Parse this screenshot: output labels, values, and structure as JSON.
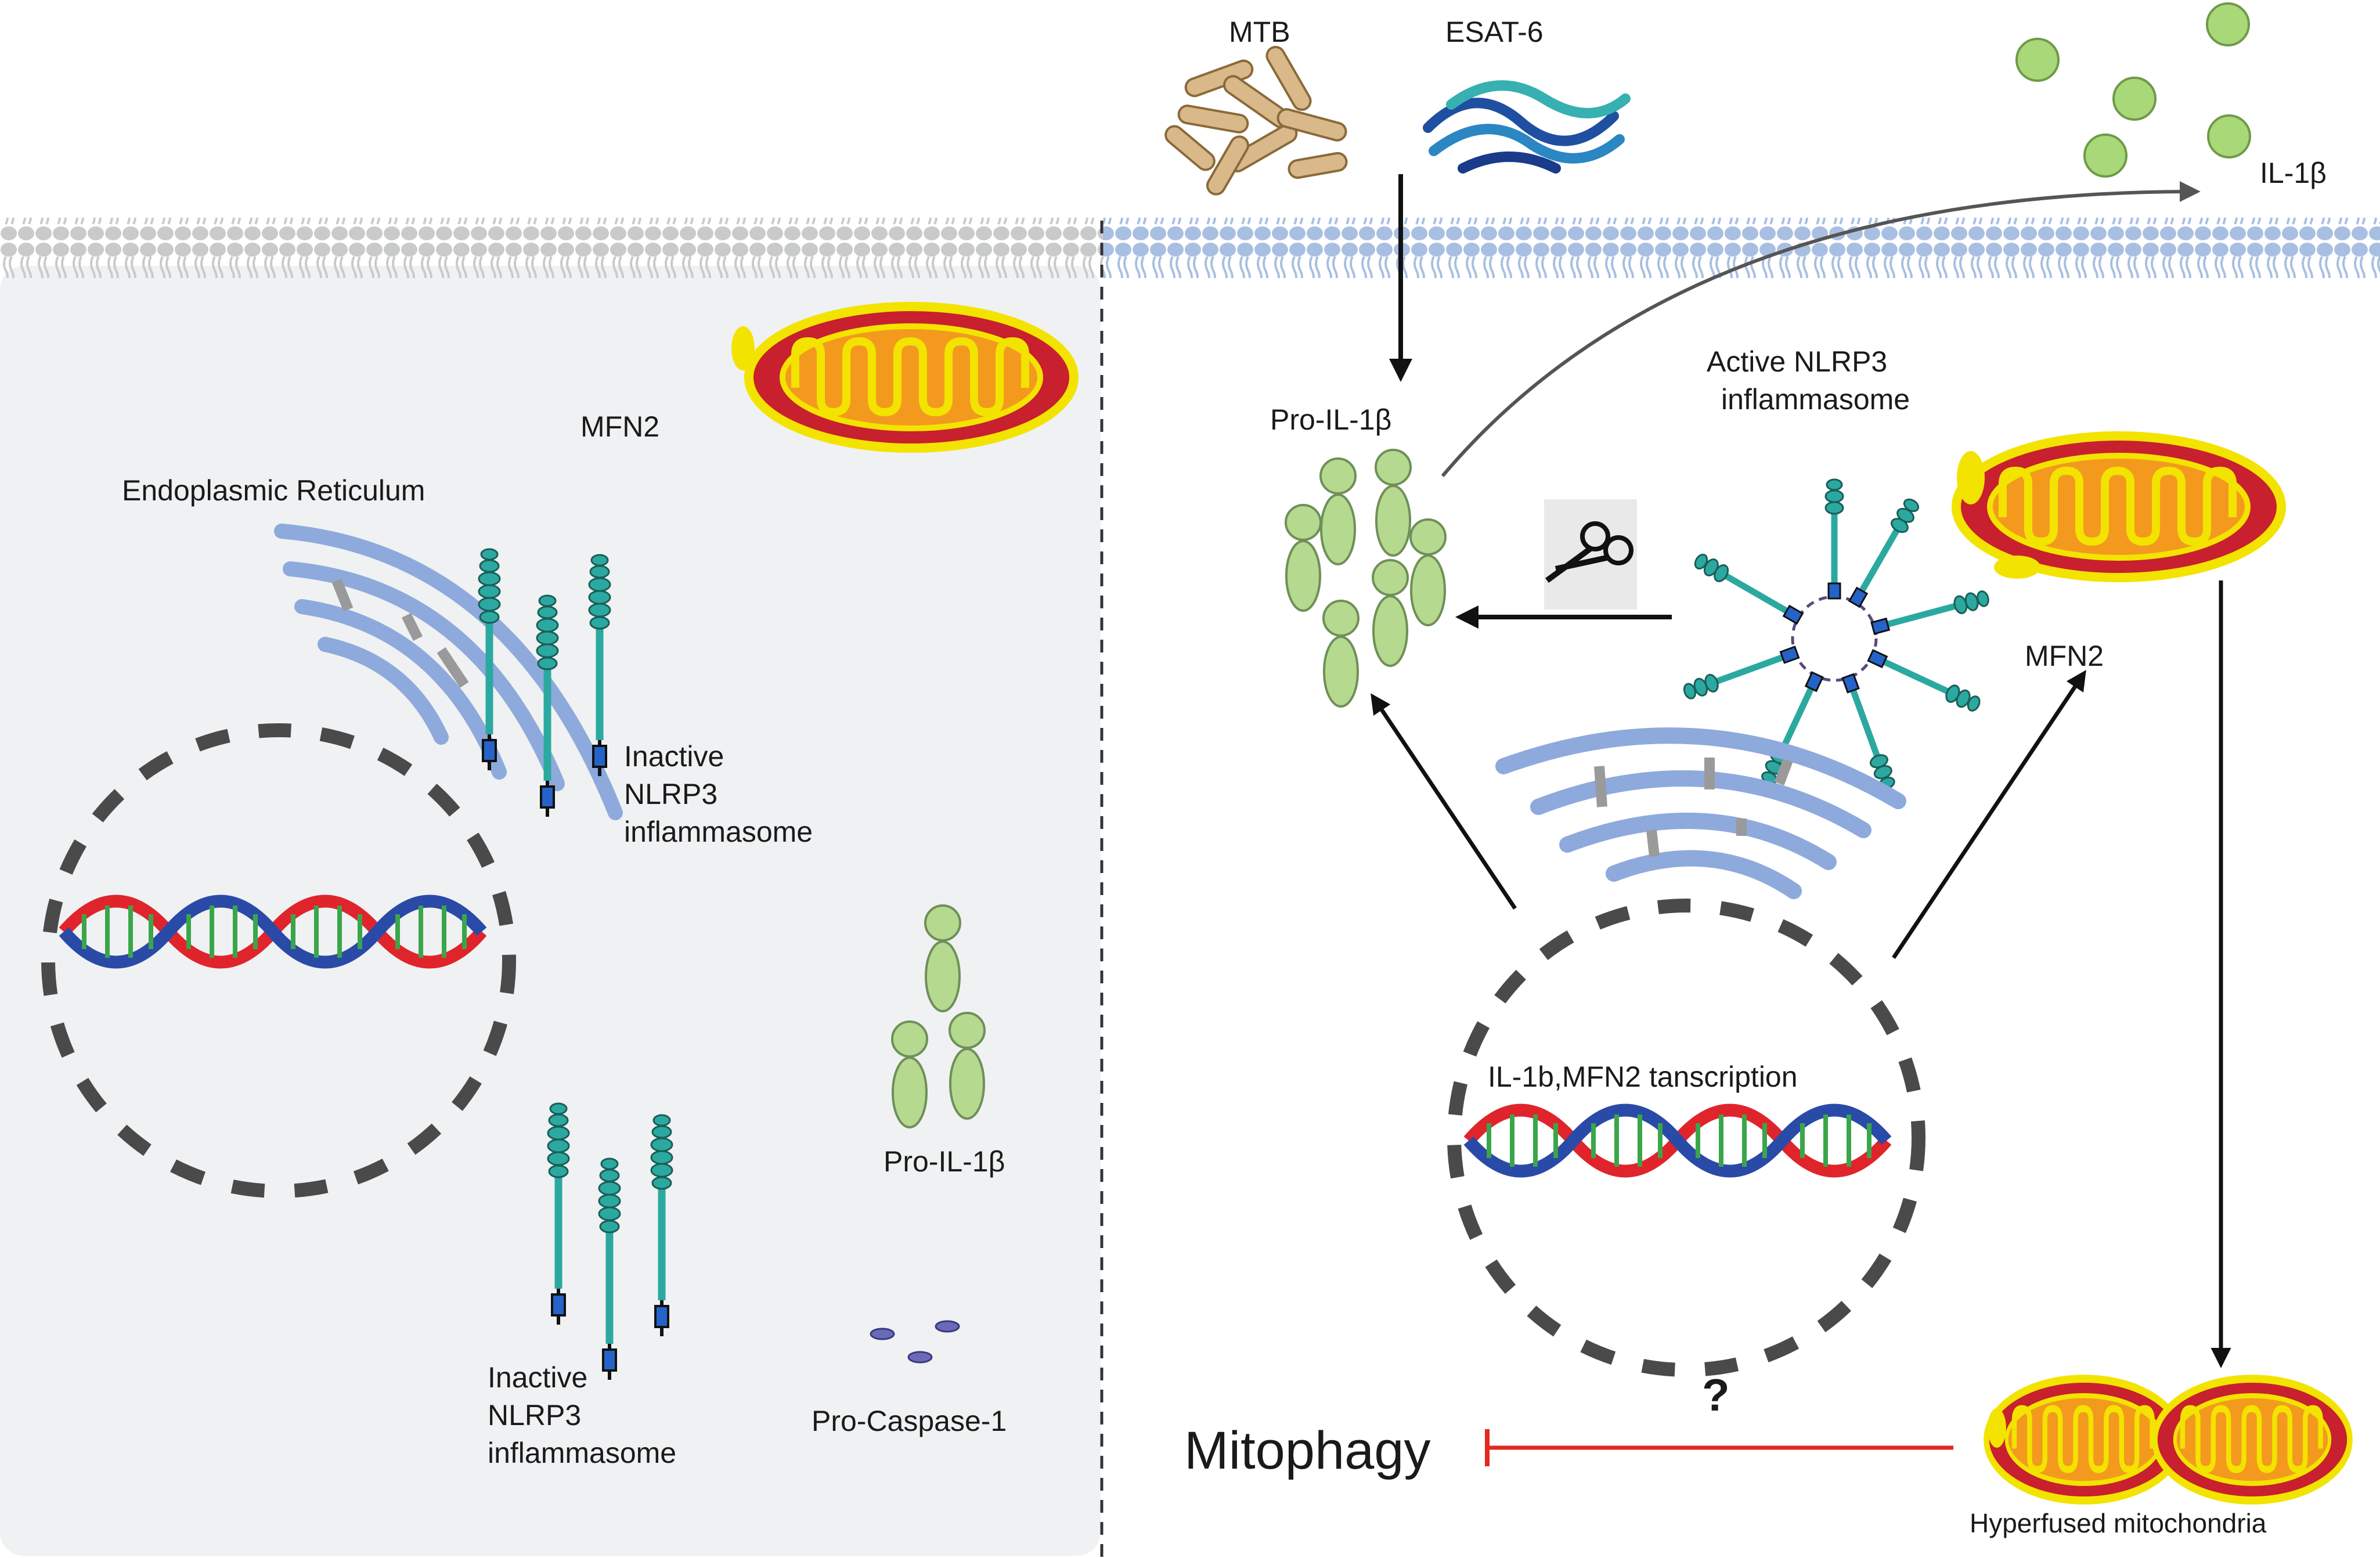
{
  "labels": {
    "mtb": "MTB",
    "esat6": "ESAT-6",
    "il1b_out": "IL-1β",
    "mfn2_left": "MFN2",
    "er": "Endoplasmic Reticulum",
    "inactive_nlrp3_upper": [
      "Inactive",
      "NLRP3",
      "inflammasome"
    ],
    "inactive_nlrp3_lower": [
      "Inactive",
      "NLRP3",
      "inflammasome"
    ],
    "pro_il1b_left": "Pro-IL-1β",
    "pro_caspase1": "Pro-Caspase-1",
    "pro_il1b_right": "Pro-IL-1β",
    "active_nlrp3": [
      "Active NLRP3",
      "inflammasome"
    ],
    "mfn2_right": "MFN2",
    "transcription": "IL-1b,MFN2 tanscription",
    "question": "?",
    "mitophagy": "Mitophagy",
    "hyperfused": "Hyperfused mitochondria"
  },
  "colors": {
    "left_panel_bg": "#f0f1f2",
    "membrane_left": "#c8cacc",
    "membrane_right": "#a9bfe2",
    "er_blue": "#8eaadc",
    "mito_outer": "#c8202e",
    "mito_rim": "#f3e300",
    "mito_inner": "#f39a1e",
    "pro_il1b_green": "#b5d98f",
    "nlrp3_teal": "#2ba9a0",
    "dna_red": "#e0242b",
    "dna_blue": "#2a4aa8",
    "dna_green": "#3aa64a",
    "inhibit_red": "#e22a20"
  }
}
